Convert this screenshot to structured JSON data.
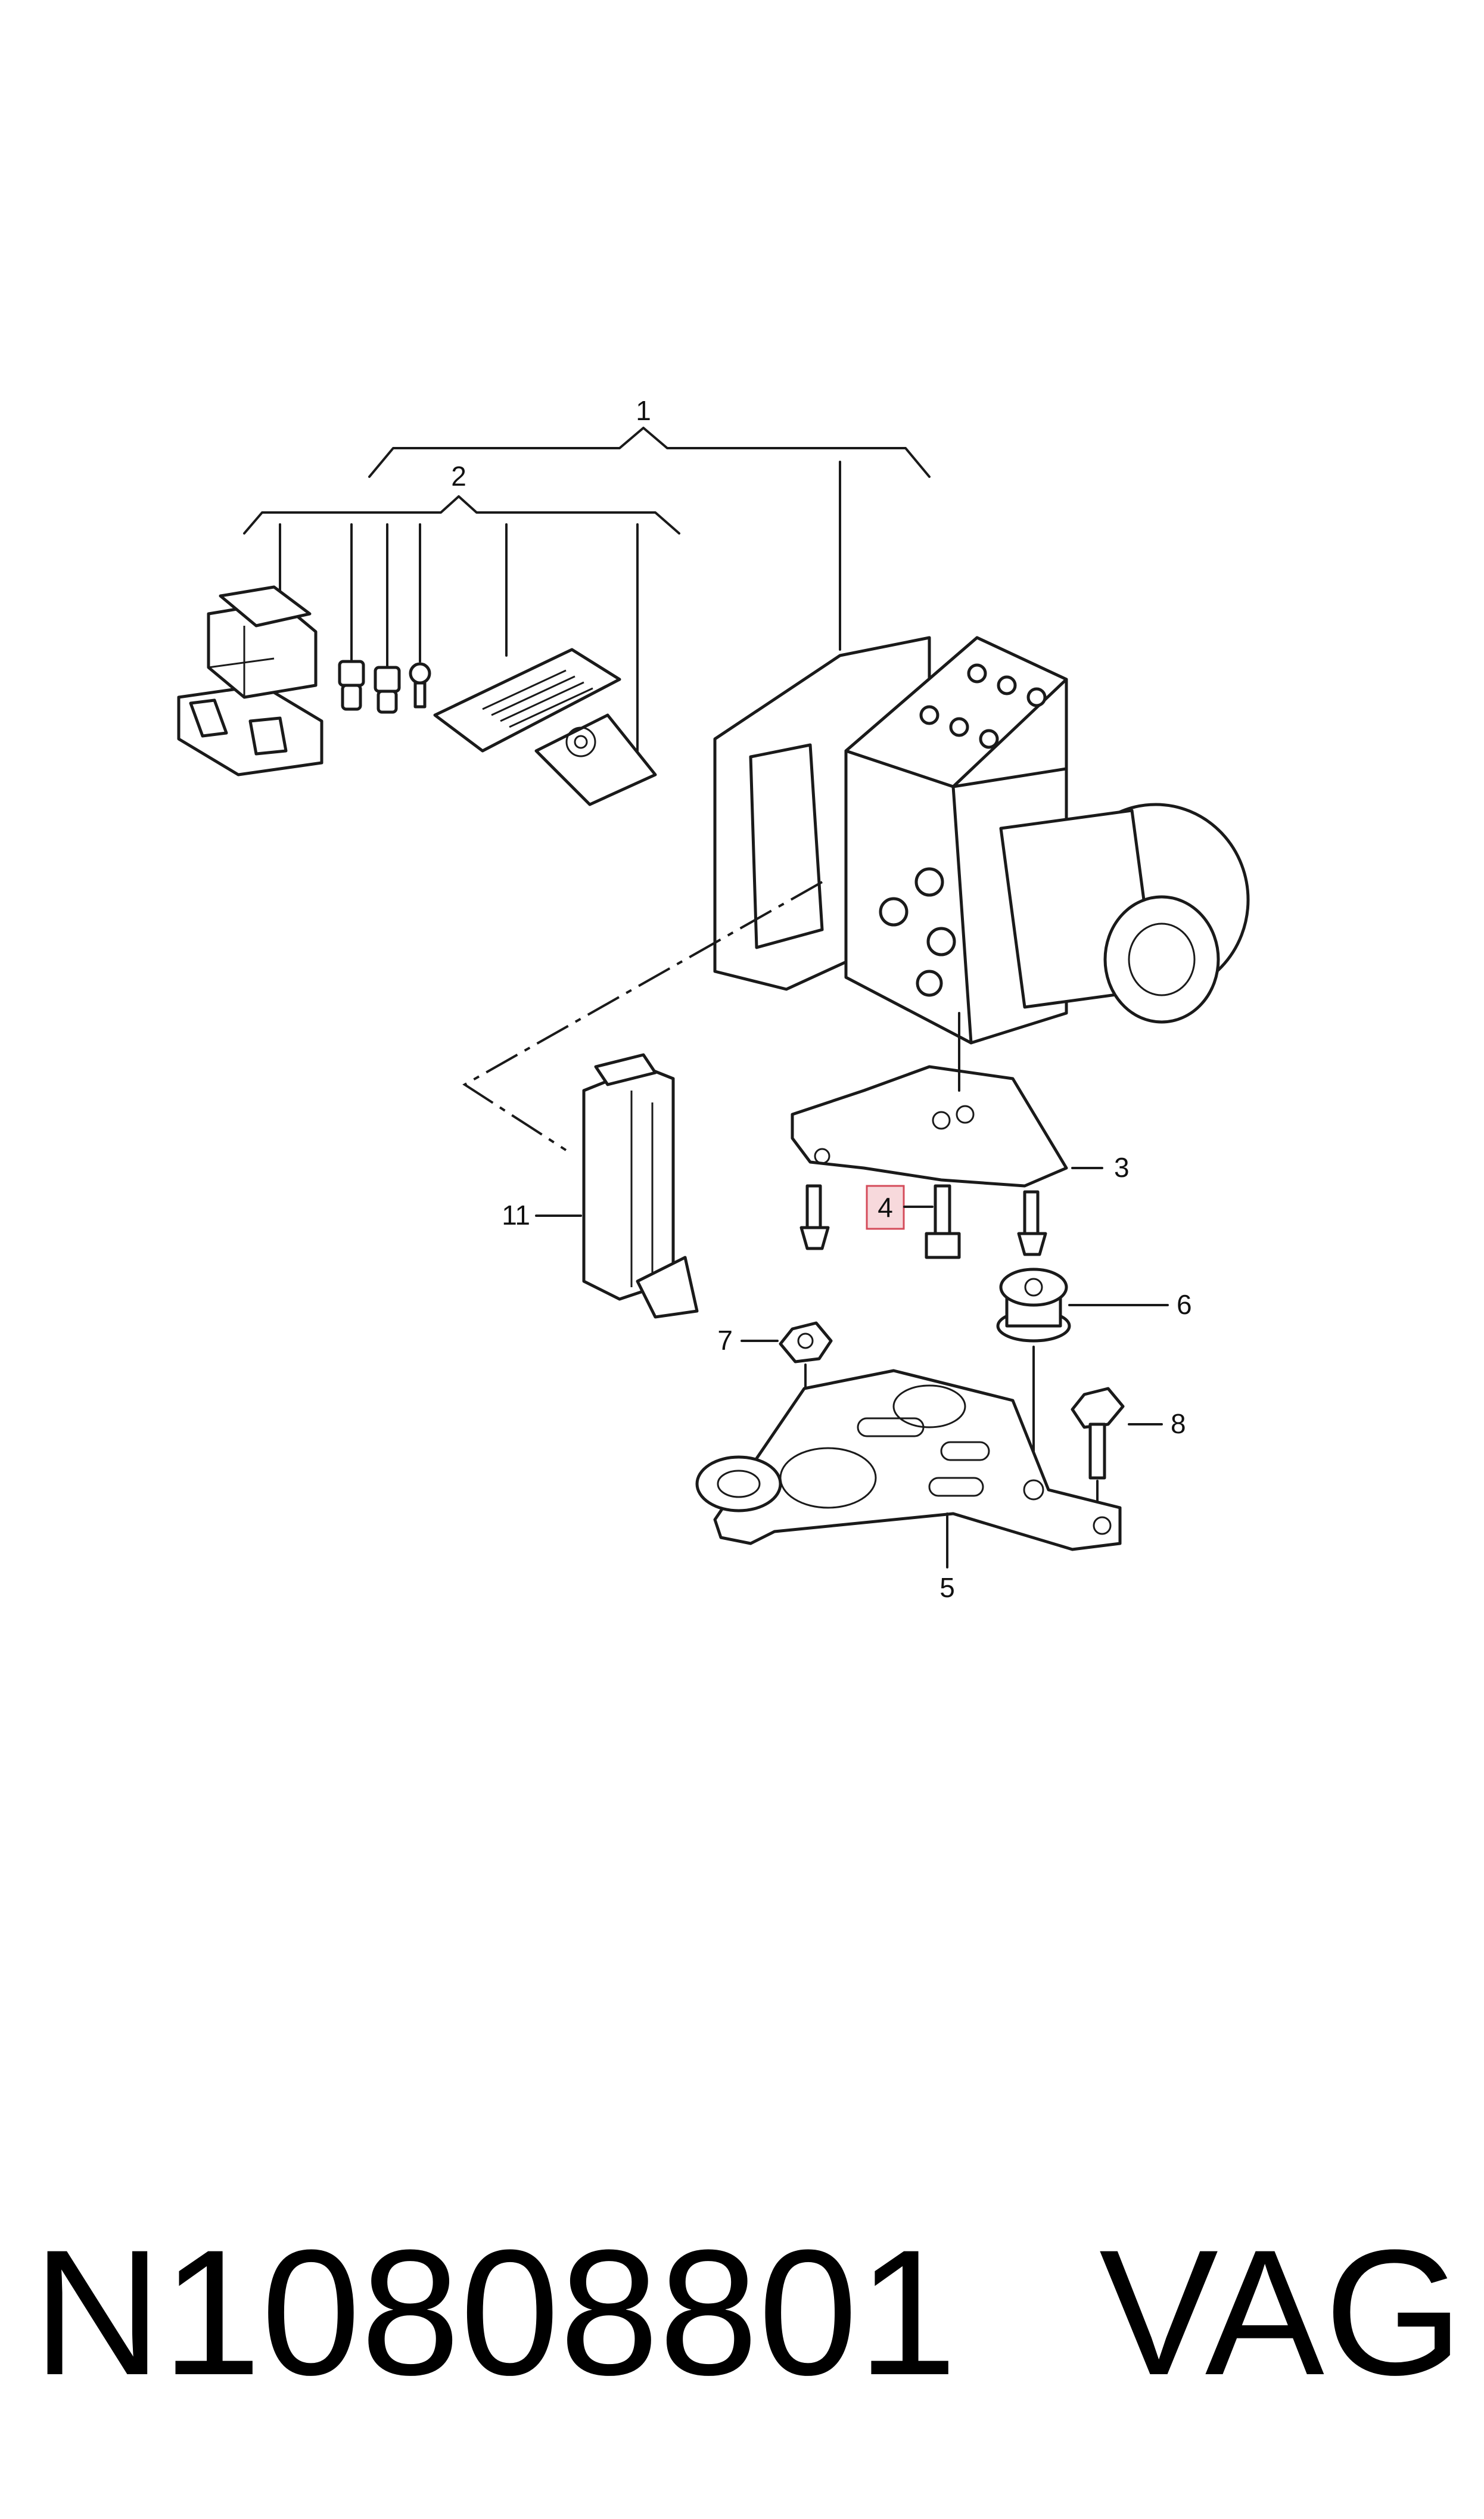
{
  "callouts": {
    "c1": "1",
    "c2": "2",
    "c3": "3",
    "c4": "4",
    "c5": "5",
    "c6": "6",
    "c7": "7",
    "c8": "8",
    "c11": "11"
  },
  "highlighted_callout": "4",
  "colors": {
    "line": "#1a1a1a",
    "highlight_fill": "#f7d9dc",
    "highlight_border": "#d44b5a"
  },
  "footer": {
    "part_number": "N10808801",
    "brand": "VAG"
  }
}
